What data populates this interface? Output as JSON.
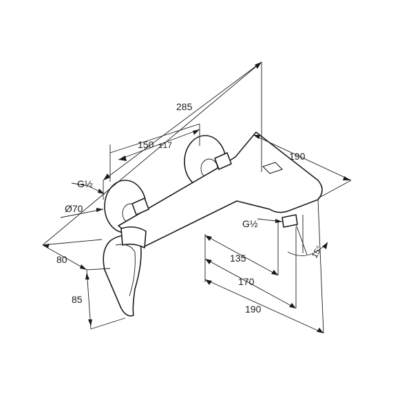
{
  "dimensions": {
    "overall_width": "285",
    "centers": "150",
    "centers_tol": "±17",
    "thread_left": "G½",
    "rosette_diameter": "Ø70",
    "projection_body": "80",
    "lever_height": "85",
    "spout_depth": "190",
    "thread_outlet": "G½",
    "angle": "15°",
    "spout_135": "135",
    "spout_170": "170",
    "spout_190": "190"
  }
}
